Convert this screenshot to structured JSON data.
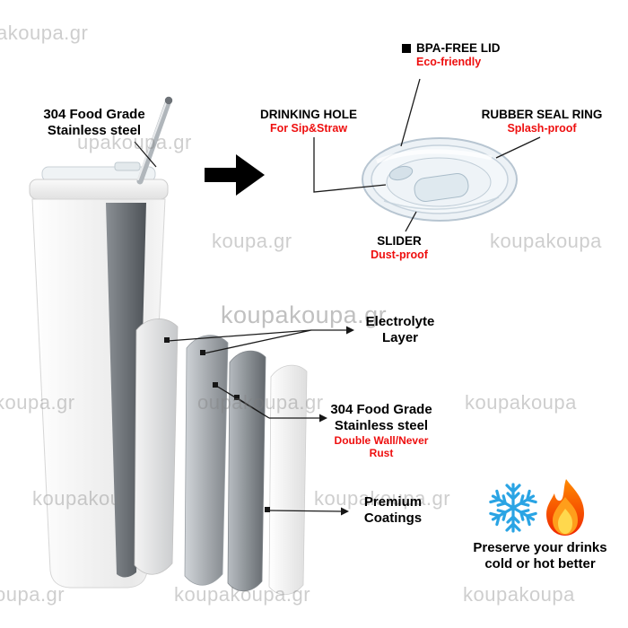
{
  "watermark_text": "koupakoupa.gr",
  "watermarks": [
    "akoupa.gr",
    "upakoupa.gr",
    "koupa.gr",
    "koupakoupa",
    "koupakoupa.gr",
    "koupa.gr",
    "oupakoupa.gr",
    "koupakoupa",
    "koupakou",
    "koupakoupa.gr",
    "oupa.gr",
    "koupakoupa.gr",
    "koupakoupa"
  ],
  "labels": {
    "straw": {
      "line1": "304 Food Grade",
      "line2": "Stainless steel"
    },
    "bpa": {
      "title": "BPA-FREE LID",
      "sub": "Eco-friendly"
    },
    "drinking_hole": {
      "title": "DRINKING HOLE",
      "sub": "For Sip&Straw"
    },
    "rubber_seal": {
      "title": "RUBBER SEAL RING",
      "sub": "Splash-proof"
    },
    "slider": {
      "title": "SLIDER",
      "sub": "Dust-proof"
    },
    "electrolyte": {
      "line1": "Electrolyte",
      "line2": "Layer"
    },
    "inner_wall": {
      "line1": "304 Food Grade",
      "line2": "Stainless steel",
      "sub": "Double Wall/Never Rust"
    },
    "coatings": {
      "line1": "Premium",
      "line2": "Coatings"
    },
    "preserve": {
      "line1": "Preserve your drinks",
      "line2": "cold or hot better"
    }
  },
  "icons": {
    "arrow_right": "black-right-arrow",
    "snowflake": "blue-snowflake",
    "flame": "orange-flame",
    "bullet": "black-square"
  },
  "colors": {
    "label_red": "#ee0f0f",
    "snowflake_blue": "#2aa4e4",
    "flame_orange": "#ff6a00",
    "watermark_gray": "#9a9a9a",
    "steel_dark": "#54585c"
  }
}
